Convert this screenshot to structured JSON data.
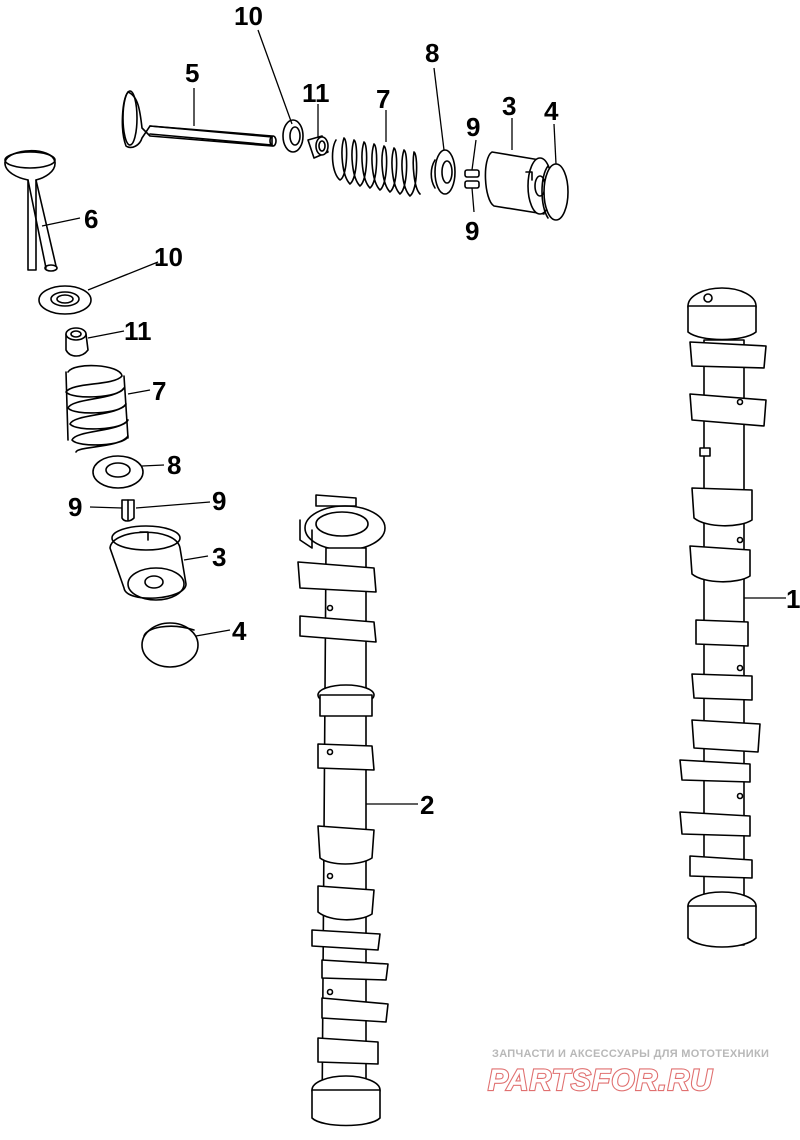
{
  "callouts": {
    "c10_top": "10",
    "c5": "5",
    "c11_top": "11",
    "c7_top": "7",
    "c8_top": "8",
    "c9_top_a": "9",
    "c3_top": "3",
    "c4_top": "4",
    "c9_top_b": "9",
    "c6": "6",
    "c10_left": "10",
    "c11_left": "11",
    "c7_left": "7",
    "c8_left": "8",
    "c9_left_a": "9",
    "c9_left_b": "9",
    "c3_left": "3",
    "c4_left": "4",
    "c1": "1",
    "c2": "2"
  },
  "watermark": {
    "tagline": "ЗАПЧАСТИ И АКСЕССУАРЫ ДЛЯ МОТОТЕХНИКИ",
    "brand": "PARTSFOR.RU"
  },
  "colors": {
    "line": "#000000",
    "background": "#ffffff",
    "watermark_text": "#b8b8b8",
    "watermark_brand": "#e07070"
  }
}
